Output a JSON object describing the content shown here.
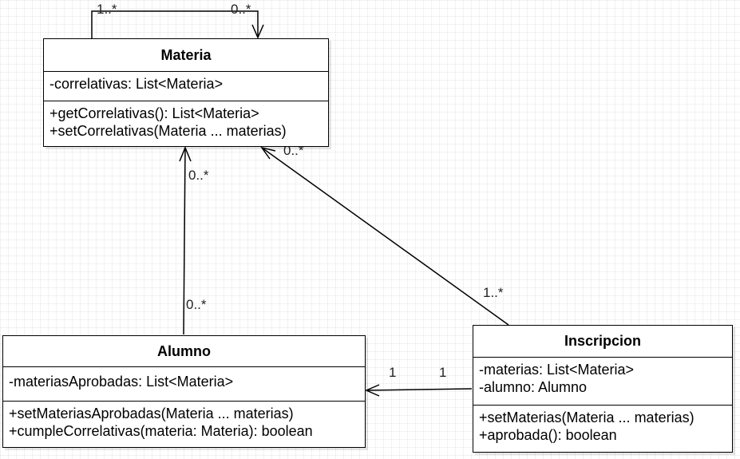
{
  "classes": {
    "materia": {
      "name": "Materia",
      "attributes": [
        "-correlativas: List<Materia>"
      ],
      "methods": [
        "+getCorrelativas(): List<Materia>",
        "+setCorrelativas(Materia ... materias)"
      ]
    },
    "alumno": {
      "name": "Alumno",
      "attributes": [
        "-materiasAprobadas: List<Materia>"
      ],
      "methods": [
        "+setMateriasAprobadas(Materia ... materias)",
        "+cumpleCorrelativas(materia: Materia): boolean"
      ]
    },
    "inscripcion": {
      "name": "Inscripcion",
      "attributes": [
        "-materias: List<Materia>",
        "-alumno: Alumno"
      ],
      "methods": [
        "+setMaterias(Materia ... materias)",
        "+aprobada(): boolean"
      ]
    }
  },
  "associations": {
    "materia_self": {
      "source_multiplicity": "1..*",
      "target_multiplicity": "0..*"
    },
    "alumno_materia": {
      "source_multiplicity": "0..*",
      "target_multiplicity": "0..*"
    },
    "inscripcion_materia": {
      "source_multiplicity": "1..*",
      "target_multiplicity": "0..*"
    },
    "inscripcion_alumno": {
      "source_multiplicity": "1",
      "target_multiplicity": "1"
    }
  },
  "colors": {
    "line": "#000000",
    "box_border": "#000000",
    "background": "#ffffff"
  }
}
